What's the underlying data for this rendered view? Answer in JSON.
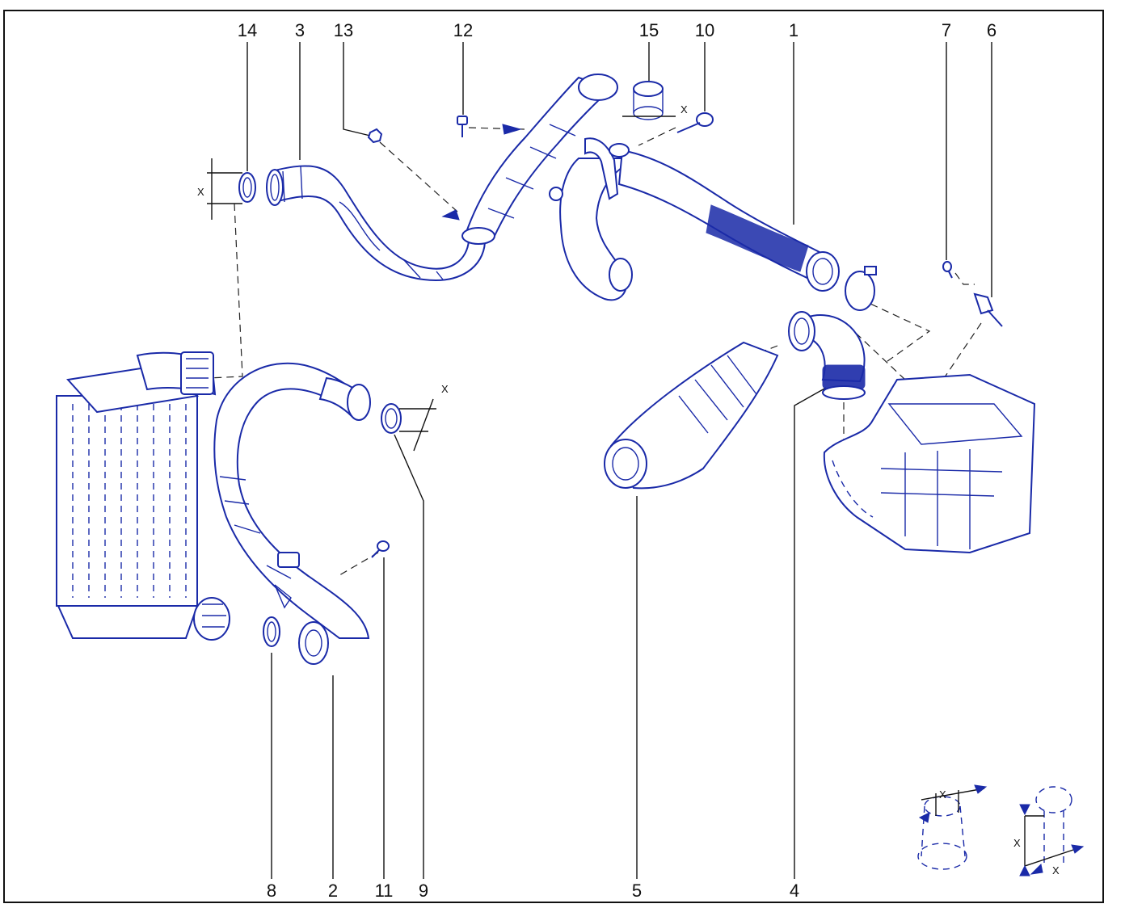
{
  "labels": {
    "top": [
      "14",
      "3",
      "13",
      "12",
      "15",
      "10",
      "1",
      "7",
      "6"
    ],
    "bottom": [
      "8",
      "2",
      "11",
      "9",
      "5",
      "4"
    ]
  },
  "dimension_marker": "X",
  "colors": {
    "line_art": "#1a2aa8",
    "text": "#111111",
    "frame": "#111111"
  },
  "icons": [
    "intercooler",
    "charge-air-pipe",
    "bellows-pipe",
    "air-duct",
    "engine-block",
    "seal-ring",
    "bolt",
    "nut",
    "sensor",
    "hose-clamp"
  ]
}
